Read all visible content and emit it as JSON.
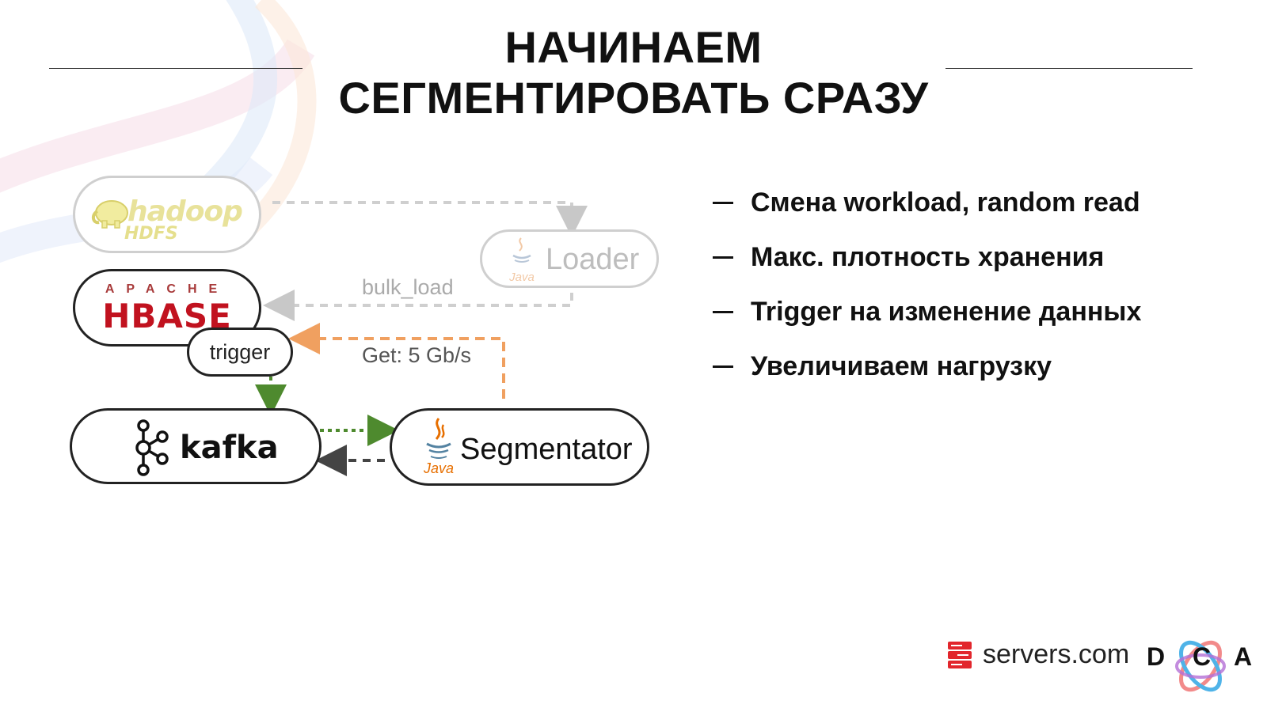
{
  "title": {
    "line1": "НАЧИНАЕМ",
    "line2": "СЕГМЕНТИРОВАТЬ СРАЗУ"
  },
  "diagram": {
    "nodes": {
      "hadoop": {
        "logo": "hadoop",
        "sub": "HDFS"
      },
      "loader": {
        "label": "Loader",
        "java": "Java"
      },
      "hbase": {
        "apache": "APACHE",
        "logo": "HBASE"
      },
      "trigger": {
        "label": "trigger"
      },
      "kafka": {
        "label": "kafka"
      },
      "segmentator": {
        "label": "Segmentator",
        "java": "Java"
      }
    },
    "edges": {
      "bulk_load": "bulk_load",
      "get": "Get: 5 Gb/s"
    }
  },
  "bullets": [
    "Смена workload, random read",
    "Макс. плотность хранения",
    "Trigger на изменение данных",
    "Увеличиваем нагрузку"
  ],
  "footer": {
    "sponsor": "servers.com",
    "dca": {
      "d": "D",
      "c": "C",
      "a": "A"
    }
  },
  "colors": {
    "orange": "#f0a060",
    "green": "#4e8a2e",
    "gray": "#cccccc",
    "dark": "#444444",
    "hbase_red": "#c1121f"
  }
}
